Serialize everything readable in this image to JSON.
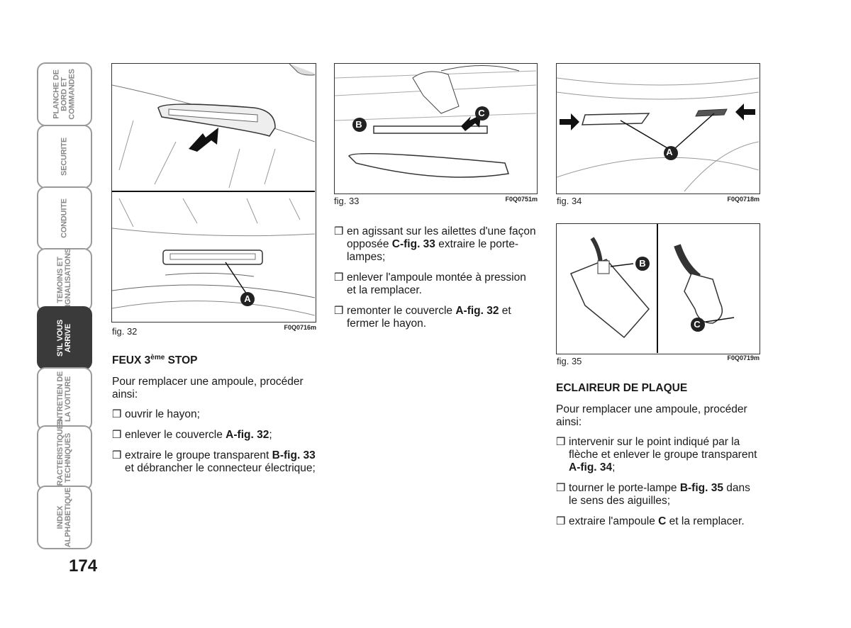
{
  "side_tabs": [
    {
      "label": "PLANCHE DE\nBORD ET\nCOMMANDES",
      "active": false
    },
    {
      "label": "SECURITE",
      "active": false
    },
    {
      "label": "CONDUITE",
      "active": false
    },
    {
      "label": "TEMOINS ET\nSIGNALISATIONS",
      "active": false
    },
    {
      "label": "S'IL VOUS\nARRIVE",
      "active": true
    },
    {
      "label": "ENTRETIEN DE\nLA VOITURE",
      "active": false
    },
    {
      "label": "CARACTERISTIQUES\nTECHNIQUES",
      "active": false
    },
    {
      "label": "INDEX\nALPHABETIQUE",
      "active": false
    }
  ],
  "page_number": "174",
  "figures": {
    "fig32": {
      "caption": "fig. 32",
      "code": "F0Q0716m",
      "callouts": [
        "A"
      ]
    },
    "fig33": {
      "caption": "fig. 33",
      "code": "F0Q0751m",
      "callouts": [
        "B",
        "C"
      ]
    },
    "fig34": {
      "caption": "fig. 34",
      "code": "F0Q0718m",
      "callouts": [
        "A"
      ]
    },
    "fig35": {
      "caption": "fig. 35",
      "code": "F0Q0719m",
      "callouts": [
        "B",
        "C"
      ]
    }
  },
  "section_stop": {
    "title_prefix": "FEUX 3",
    "title_sup": "ème",
    "title_suffix": " STOP",
    "intro": "Pour remplacer une ampoule, procéder ainsi:",
    "bullet_symbol": "❒",
    "b1": "ouvrir le hayon;",
    "b2_text": "enlever le couvercle ",
    "b2_ref": "A-fig. 32",
    "b2_end": ";",
    "b3_text": "extraire le groupe transparent ",
    "b3_ref": "B-fig. 33",
    "b3_end": " et débrancher le connecteur électrique;"
  },
  "section_middle": {
    "b1_text": "en agissant sur les ailettes d'une façon opposée ",
    "b1_ref": "C-fig. 33",
    "b1_end": " extraire le porte-lampes;",
    "b2": "enlever l'ampoule montée à pression et la remplacer.",
    "b3_text": "remonter le couvercle ",
    "b3_ref": "A-fig. 32",
    "b3_end": " et fermer le hayon."
  },
  "section_plaque": {
    "title": "ECLAIREUR DE PLAQUE",
    "intro": "Pour remplacer une ampoule, procéder ainsi:",
    "b1_text": "intervenir sur le point indiqué par la flèche et enlever le groupe transparent ",
    "b1_ref": "A-fig. 34",
    "b1_end": ";",
    "b2_text": "tourner le porte-lampe ",
    "b2_ref": "B-fig. 35",
    "b2_end": " dans le sens des aiguilles;",
    "b3_text": "extraire l'ampoule ",
    "b3_ref": "C",
    "b3_end": " et la remplacer."
  }
}
